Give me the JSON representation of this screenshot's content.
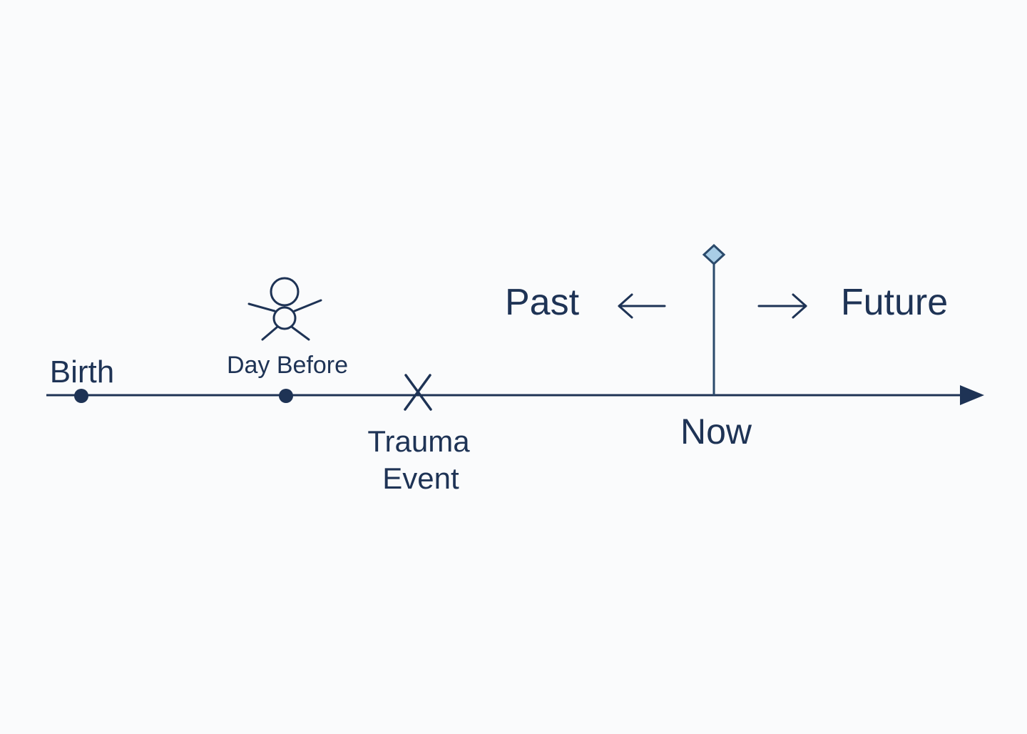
{
  "colors": {
    "background": "#fafbfc",
    "line": "#1e3355",
    "marker_stroke": "#2b4a6b",
    "marker_fill": "#a9cde6"
  },
  "timeline": {
    "direction": "left-to-right",
    "events": [
      {
        "label": "Birth",
        "marker": "dot"
      },
      {
        "label": "Day Before",
        "marker": "dot",
        "icon": "person-icon"
      },
      {
        "label_lines": [
          "Trauma",
          "Event"
        ],
        "marker": "x-mark"
      },
      {
        "label": "Now",
        "marker": "vertical-pin",
        "pin_icon": "diamond-icon"
      }
    ],
    "past_label": "Past",
    "future_label": "Future",
    "past_arrow": "left-arrow-icon",
    "future_arrow": "right-arrow-icon"
  }
}
